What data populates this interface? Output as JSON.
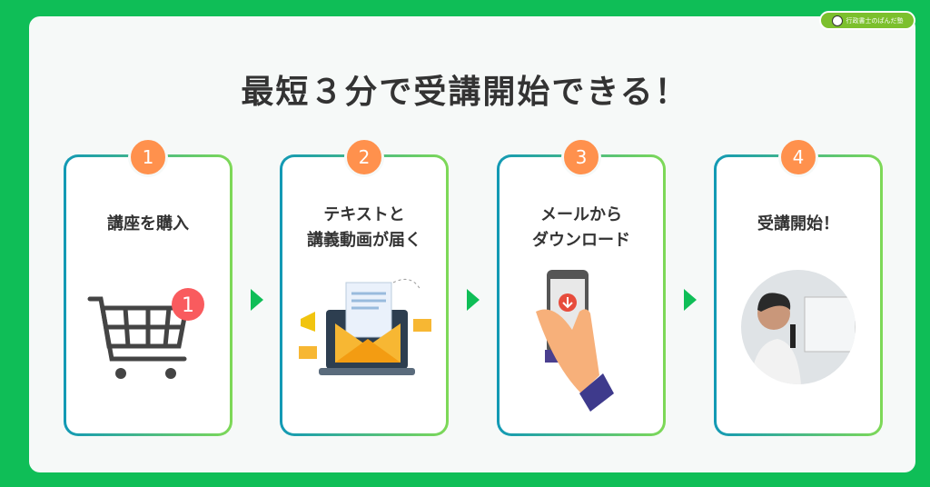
{
  "badge": {
    "text": "行政書士のぱんだ塾"
  },
  "title": "最短３分で受講開始できる！",
  "steps": [
    {
      "number": "1",
      "label": "講座を購入",
      "cart_count": "1"
    },
    {
      "number": "2",
      "label_line1": "テキストと",
      "label_line2": "講義動画が届く"
    },
    {
      "number": "3",
      "label_line1": "メールから",
      "label_line2": "ダウンロード"
    },
    {
      "number": "4",
      "label": "受講開始！"
    }
  ],
  "colors": {
    "background": "#0fbe57",
    "step_circle": "#ff914d",
    "text": "#333333"
  }
}
